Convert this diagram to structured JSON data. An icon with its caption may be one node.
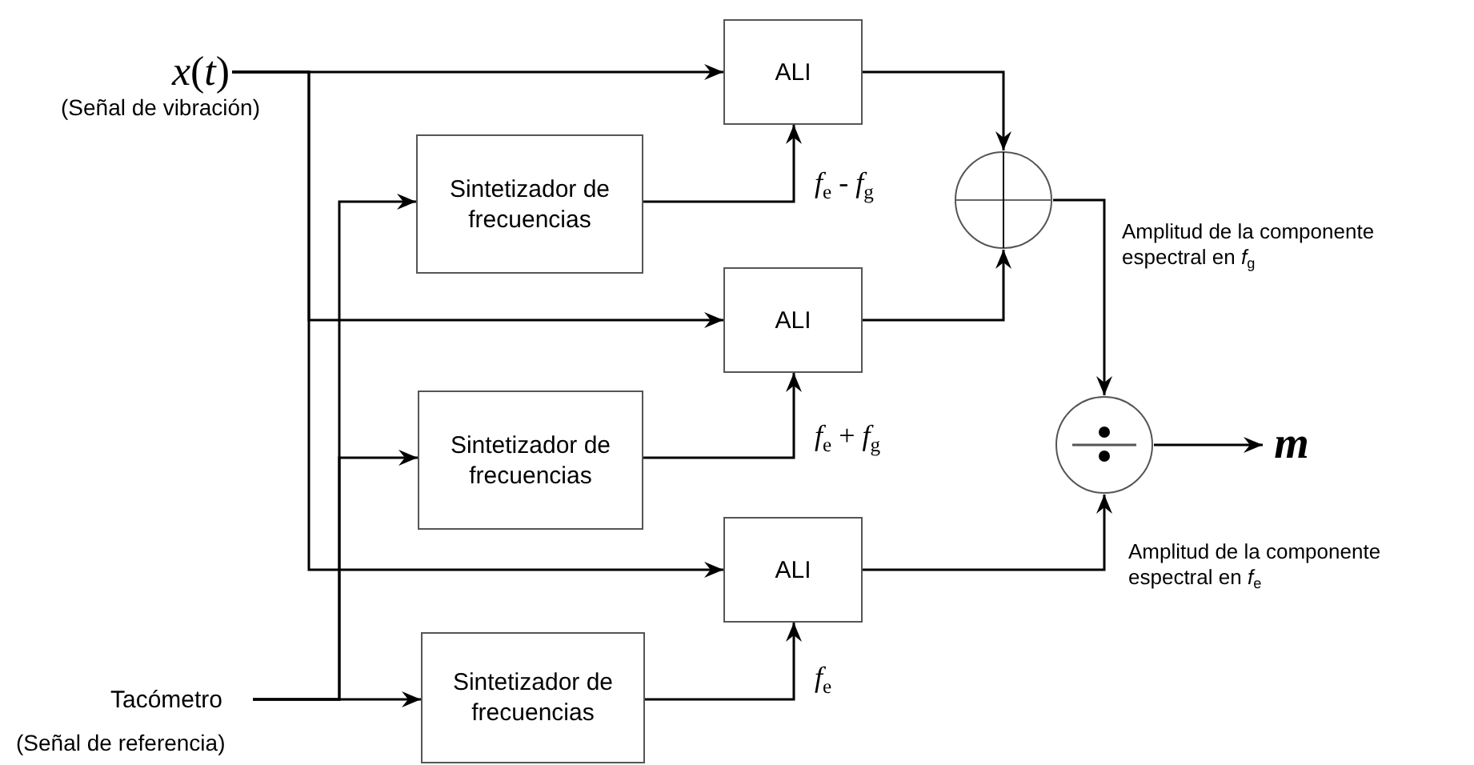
{
  "diagram": {
    "nodes": [
      {
        "text": [
          "*x*(*t*)"
        ],
        "beside": [
          "(Señal de vibración)"
        ]
      },
      {
        "text": [
          "ALI"
        ]
      },
      {
        "text": [
          "Sintetizador de frecuencias"
        ]
      },
      {
        "text": [
          "ALI"
        ]
      },
      {
        "text": [
          "Sintetizador de frecuencias"
        ]
      },
      {
        "text": [
          "ALI"
        ]
      },
      {
        "text": [
          "Tacómetro"
        ],
        "beside": [
          "(Señal de referencia)"
        ]
      },
      {
        "text": [
          "Sintetizador de frecuencias"
        ]
      },
      {
        "text": [],
        "shape": "circle"
      },
      {
        "text": [],
        "shape": "circle"
      },
      {
        "text": [
          "m"
        ]
      }
    ],
    "edges": [
      {
        "from": 0,
        "to": 1,
        "arrow": "to"
      },
      {
        "from": 0,
        "to": 3,
        "arrow": "to"
      },
      {
        "from": 0,
        "to": 5,
        "arrow": "to"
      },
      {
        "from": 6,
        "to": 2,
        "arrow": "to"
      },
      {
        "from": 6,
        "to": 4,
        "arrow": "to"
      },
      {
        "from": 6,
        "to": 7,
        "arrow": "to"
      },
      {
        "from": 2,
        "to": 1,
        "arrow": "to",
        "label": "*f*$_{e}$ - *f*$_{g}$"
      },
      {
        "from": 4,
        "to": 3,
        "arrow": "to",
        "label": "*f*$_{e}$ + *f*$_{g}$"
      },
      {
        "from": 7,
        "to": 5,
        "arrow": "to",
        "label": "*f*$_{e}$"
      },
      {
        "from": 1,
        "to": 8,
        "arrow": "to"
      },
      {
        "from": 3,
        "to": 8,
        "arrow": "to"
      },
      {
        "from": 8,
        "to": 9,
        "arrow": "to",
        "label": "Amplitud de la componente espectral en *f*$_{g}$"
      },
      {
        "from": 5,
        "to": 9,
        "arrow": "to",
        "label": "Amplitud de la componente espectral en *f*$_{e}$"
      },
      {
        "from": 9,
        "to": 10,
        "arrow": "to"
      }
    ]
  }
}
